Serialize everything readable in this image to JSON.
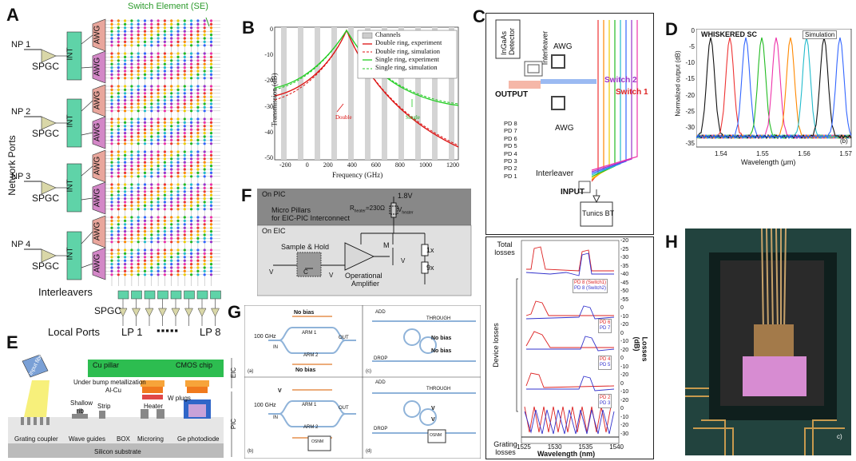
{
  "labels": {
    "A": "A",
    "B": "B",
    "C": "C",
    "D": "D",
    "E": "E",
    "F": "F",
    "G": "G",
    "H": "H"
  },
  "panelA": {
    "switch_element": "Switch Element (SE)",
    "network_ports": "Network Ports",
    "np": [
      "NP 1",
      "NP 2",
      "NP 3",
      "NP 4"
    ],
    "spgc": "SPGC",
    "int": "INT",
    "awg": "AWG",
    "interleavers": "Interleavers",
    "local_ports": "Local Ports",
    "lp1": "LP 1",
    "lp8": "LP 8",
    "dots": "▪▪▪▪▪"
  },
  "panelB": {
    "ylabel": "Transmission (dB)",
    "xlabel": "Frequency (GHz)",
    "xticks": [
      "-200",
      "0",
      "200",
      "400",
      "600",
      "800",
      "1000",
      "1200"
    ],
    "yticks": [
      "0",
      "-10",
      "-20",
      "-30",
      "-40",
      "-50"
    ],
    "legend": [
      "Channels",
      "Double ring, experiment",
      "Double ring, simulation",
      "Single ring, experiment",
      "Single ring, simulation"
    ],
    "ann_double": "Double",
    "ann_single": "Single"
  },
  "panelC": {
    "detector": "InGaAs Detector",
    "interleaver_top": "Interleaver",
    "awg_top": "AWG",
    "output": "OUTPUT",
    "switch2": "Switch 2",
    "switch1": "Switch 1",
    "awg_mid": "AWG",
    "pd_list": [
      "PD 8",
      "PD 7",
      "PD 6",
      "PD 5",
      "PD 4",
      "PD 3",
      "PD 2",
      "PD 1"
    ],
    "interleaver_bottom": "Interleaver",
    "input": "INPUT",
    "tunics": "Tunics BT"
  },
  "panelC2": {
    "row_labels": [
      "Total losses",
      "Device losses",
      "Grating losses"
    ],
    "xlabel": "Wavelength (nm)",
    "xticks": [
      "1525",
      "1530",
      "1535",
      "1540"
    ],
    "ylabel": "Losses (dB)",
    "yticks": [
      "-20",
      "-25",
      "-30",
      "-35",
      "-40",
      "-45",
      "-50",
      "-55",
      "0",
      "-10",
      "-20",
      "0",
      "-10",
      "-20",
      "0",
      "-10",
      "-20",
      "0",
      "-10",
      "-20",
      "0",
      "-10",
      "-20",
      "-30"
    ],
    "legend1": [
      "PD 8 (Switch1)",
      "PD 8 (Switch2)"
    ],
    "legend2": [
      "PD 6",
      "PD 7"
    ],
    "legend3": [
      "PD 4",
      "PD 5"
    ],
    "legend4": [
      "PD 2",
      "PD 3"
    ]
  },
  "panelD": {
    "title": "WHISKERED SC",
    "legend": "Simulation",
    "ylabel": "Normalized output (dB)",
    "xlabel": "Wavelength (μm)",
    "xticks": [
      "1.54",
      "1.55",
      "1.56",
      "1.57"
    ],
    "yticks": [
      "0",
      "-5",
      "-10",
      "-15",
      "-20",
      "-25",
      "-30",
      "-35"
    ],
    "sub": "(b)"
  },
  "panelE": {
    "input_fiber": "Input fiber",
    "cu_pillar": "Cu pillar",
    "cmos": "CMOS chip",
    "ubm": "Under bump metallization",
    "alcu": "Al-Cu",
    "heater": "Heater",
    "wplugs": "W plugs",
    "shallow": "Shallow",
    "rib": "rib",
    "strip": "Strip",
    "wave_guides": "Wave guides",
    "box": "BOX",
    "microring": "Microring",
    "ge": "Ge photodiode",
    "grating": "Grating coupler",
    "substrate": "Silicon substrate",
    "eic": "EIC",
    "pic": "PIC"
  },
  "panelF": {
    "on_pic": "On PIC",
    "micro": "Micro Pillars",
    "micro2": "for EIC-PIC Interconnect",
    "v18": "1.8V",
    "rheater": "R",
    "rsub": "heater",
    "rval": "=230Ω",
    "vheater": "V",
    "on_eic": "On EIC",
    "sample": "Sample & Hold",
    "m": "M",
    "x1": "1x",
    "x9": "9x",
    "vin": "V",
    "csh": "C",
    "vsh": "V",
    "vm": "V",
    "opamp": "Operational",
    "opamp2": "Amplifier"
  },
  "panelG": {
    "ghz": "100 GHz",
    "no_bias": "No bias",
    "no_bias2": "No bias",
    "in": "IN",
    "arm1": "ARM 1",
    "arm2": "ARM 2",
    "out": "OUT",
    "add": "ADD",
    "through": "THROUGH",
    "drop": "DROP",
    "v1": "V",
    "v2": "V",
    "osnm": "OSNM",
    "subs": [
      "(a)",
      "(b)",
      "(c)",
      "(d)"
    ]
  },
  "panelH": {
    "sub": "c)"
  }
}
